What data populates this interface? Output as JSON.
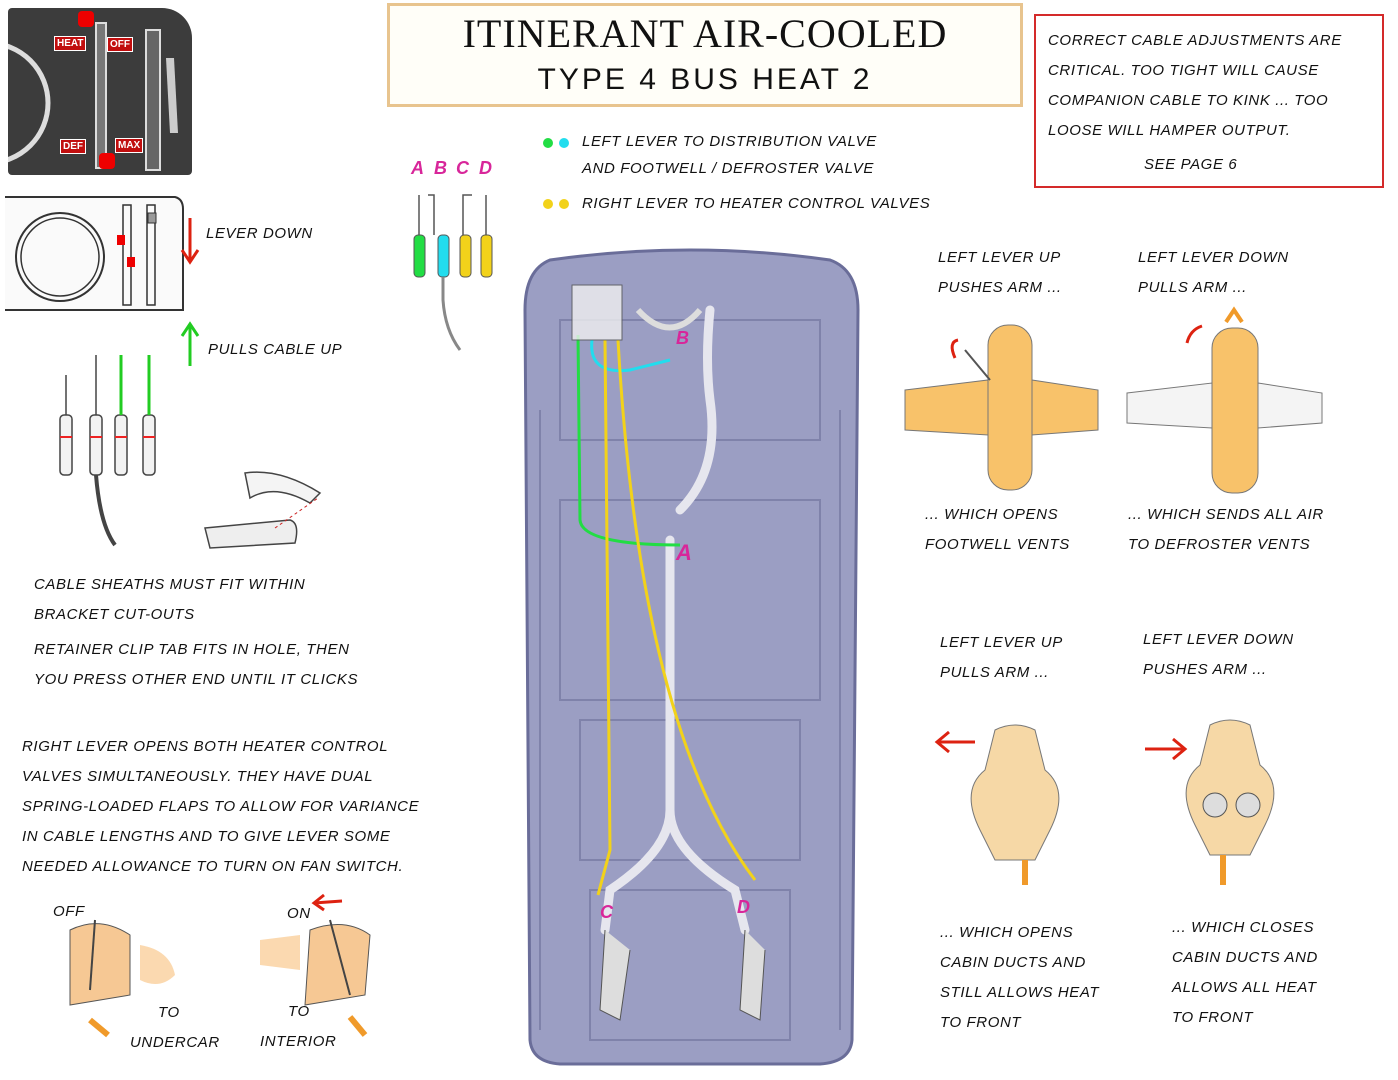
{
  "title": {
    "main": "ITINERANT AIR-COOLED",
    "sub": "TYPE 4  BUS HEAT  2"
  },
  "note": {
    "lines": [
      "CORRECT CABLE ADJUSTMENTS ARE",
      "CRITICAL. TOO TIGHT WILL CAUSE",
      "COMPANION CABLE TO KINK ... TOO",
      "LOOSE WILL HAMPER OUTPUT."
    ],
    "see_page": "SEE PAGE 6"
  },
  "panel": {
    "heat": "HEAT",
    "off": "OFF",
    "def": "DEF",
    "max": "MAX"
  },
  "lever_down": "LEVER DOWN",
  "pulls_cable_up": "PULLS CABLE UP",
  "sheaths": [
    "CABLE SHEATHS MUST FIT WITHIN",
    "BRACKET CUT-OUTS"
  ],
  "retainer": [
    "RETAINER CLIP TAB FITS IN HOLE, THEN",
    "YOU PRESS OTHER END UNTIL IT CLICKS"
  ],
  "right_lever": [
    "RIGHT LEVER OPENS BOTH HEATER CONTROL",
    "VALVES SIMULTANEOUSLY. THEY HAVE DUAL",
    "SPRING-LOADED FLAPS TO ALLOW FOR VARIANCE",
    "IN CABLE LENGTHS AND TO GIVE LEVER SOME",
    "NEEDED ALLOWANCE TO TURN ON FAN SWITCH."
  ],
  "valve": {
    "off": "OFF",
    "on": "ON",
    "to_undercar": [
      "TO",
      "UNDERCAR"
    ],
    "to_interior": [
      "TO",
      "INTERIOR"
    ]
  },
  "cable_labels": [
    "A",
    "B",
    "C",
    "D"
  ],
  "legend": {
    "left_lever": [
      "LEFT LEVER TO DISTRIBUTION VALVE",
      "AND FOOTWELL / DEFROSTER VALVE"
    ],
    "right_lever": "RIGHT LEVER TO HEATER CONTROL VALVES",
    "colors": {
      "green": "#22dd44",
      "cyan": "#22ddee",
      "yellow": "#f2d21a"
    }
  },
  "bus_labels": {
    "a": "A",
    "b": "B",
    "c": "C",
    "d": "D"
  },
  "quad": {
    "tl_top": [
      "LEFT LEVER UP",
      "PUSHES ARM ..."
    ],
    "tl_bottom": [
      "... WHICH OPENS",
      "FOOTWELL VENTS"
    ],
    "tr_top": [
      "LEFT LEVER DOWN",
      "PULLS ARM ..."
    ],
    "tr_bottom": [
      "... WHICH SENDS ALL AIR",
      "TO DEFROSTER VENTS"
    ],
    "bl_top": [
      "LEFT LEVER UP",
      "PULLS ARM ..."
    ],
    "bl_bottom": [
      "... WHICH OPENS",
      "CABIN DUCTS AND",
      "STILL ALLOWS HEAT",
      "TO FRONT"
    ],
    "br_top": [
      "LEFT LEVER DOWN",
      "PUSHES ARM ..."
    ],
    "br_bottom": [
      "... WHICH CLOSES",
      "CABIN DUCTS AND",
      "ALLOWS ALL HEAT",
      "TO FRONT"
    ]
  }
}
